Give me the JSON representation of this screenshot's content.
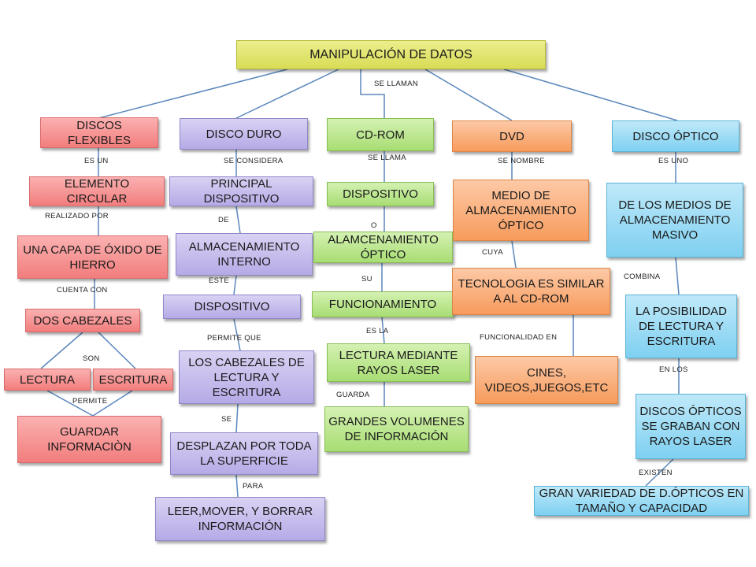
{
  "title": "MANIPULACIÓN DE DATOS",
  "link_se_llaman": "SE LLAMAN",
  "col1": {
    "n1": "DISCOS FLEXIBLES",
    "l1": "ES    UN",
    "n2": "ELEMENTO CIRCULAR",
    "l2": "REALIZADO  POR",
    "n3": "UNA CAPA DE ÓXIDO DE HIERRO",
    "l3": "CUENTA  CON",
    "n4": "DOS CABEZALES",
    "l4": "SON",
    "n5a": "LECTURA",
    "n5b": "ESCRITURA",
    "l5": "PERMITE",
    "n6": "GUARDAR INFORMACIÒN"
  },
  "col2": {
    "n1": "DISCO DURO",
    "l1": "SE CONSIDERA",
    "n2": "PRINCIPAL DISPOSITIVO",
    "l2": "DE",
    "n3": "ALMACENAMIENTO INTERNO",
    "l3": "ESTE",
    "n4": "DISPOSITIVO",
    "l4": "PERMITE   QUE",
    "n5": "LOS CABEZALES DE LECTURA Y ESCRITURA",
    "l5": "SE",
    "n6": "DESPLAZAN POR TODA LA SUPERFICIE",
    "l6": "PARA",
    "n7": "LEER,MOVER, Y BORRAR INFORMACIÓN"
  },
  "col3": {
    "n1": "CD-ROM",
    "l1": "SE LLAMA",
    "n2": "DISPOSITIVO",
    "l2": "O",
    "n3": "ALAMCENAMIENTO ÓPTICO",
    "l3": "SU",
    "n4": "FUNCIONAMIENTO",
    "l4": "ES     LA",
    "n5": "LECTURA MEDIANTE RAYOS LASER",
    "l5": "GUARDA",
    "n6": "GRANDES VOLUMENES DE INFORMACIÓN"
  },
  "col4": {
    "n1": "DVD",
    "l1": "SE     NOMBRE",
    "n2": "MEDIO DE ALMACENAMIENTO ÓPTICO",
    "l2": "CUYA",
    "n3": "TECNOLOGIA  ES SIMILAR A   AL CD-ROM",
    "l3": "FUNCIONALIDAD  EN",
    "n4": "CINES, VIDEOS,JUEGOS,ETC"
  },
  "col5": {
    "n1": "DISCO ÓPTICO",
    "l1": "ES     UNO",
    "n2": "DE LOS MEDIOS DE ALMACENAMIENTO MASIVO",
    "l2": "COMBINA",
    "n3": "LA POSIBILIDAD DE LECTURA Y ESCRITURA",
    "l3": "EN     LOS",
    "n4": "DISCOS ÓPTICOS SE GRABAN CON RAYOS LASER",
    "l4": "EXISTEN",
    "n5": "GRAN VARIEDAD DE D.ÓPTICOS EN TAMAÑO Y CAPACIDAD"
  }
}
